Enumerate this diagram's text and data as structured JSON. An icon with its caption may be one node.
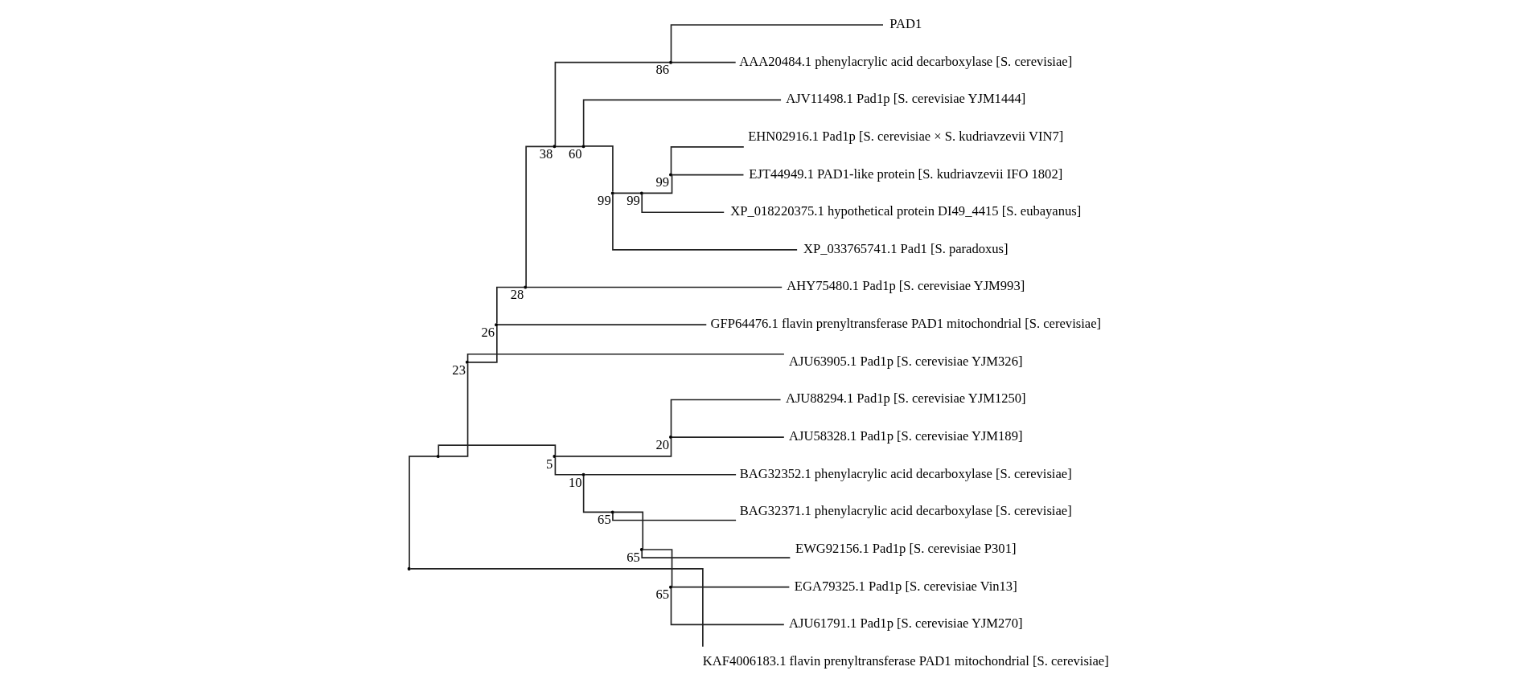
{
  "diagram": {
    "nodes": [
      {
        "text": [],
        "shape": "point"
      },
      {
        "text": [],
        "shape": "point"
      },
      {
        "text": [],
        "shape": "point",
        "beside": [
          "23"
        ]
      },
      {
        "text": [],
        "shape": "point",
        "beside": [
          "26"
        ]
      },
      {
        "text": [],
        "shape": "point",
        "beside": [
          "28"
        ]
      },
      {
        "text": [],
        "shape": "point",
        "beside": [
          "38"
        ]
      },
      {
        "text": [],
        "shape": "point",
        "beside": [
          "86"
        ]
      },
      {
        "text": [
          "PAD1"
        ]
      },
      {
        "text": [
          "AAA20484.1 phenylacrylic acid decarboxylase [S. cerevisiae]"
        ]
      },
      {
        "text": [],
        "shape": "point",
        "beside": [
          "60"
        ]
      },
      {
        "text": [
          "AJV11498.1 Pad1p [S. cerevisiae YJM1444]"
        ]
      },
      {
        "text": [],
        "shape": "point",
        "beside": [
          "99"
        ]
      },
      {
        "text": [],
        "shape": "point",
        "beside": [
          "99"
        ]
      },
      {
        "text": [],
        "shape": "point",
        "beside": [
          "99"
        ]
      },
      {
        "text": [
          "EHN02916.1 Pad1p [S. cerevisiae × S. kudriavzevii VIN7]"
        ]
      },
      {
        "text": [
          "EJT44949.1 PAD1-like protein [S. kudriavzevii IFO 1802]"
        ]
      },
      {
        "text": [
          "XP_018220375.1 hypothetical protein DI49_4415 [S. eubayanus]"
        ]
      },
      {
        "text": [
          "XP_033765741.1 Pad1 [S. paradoxus]"
        ]
      },
      {
        "text": [
          "AHY75480.1 Pad1p [S. cerevisiae YJM993]"
        ]
      },
      {
        "text": [
          "GFP64476.1 flavin prenyltransferase PAD1 mitochondrial [S. cerevisiae]"
        ]
      },
      {
        "text": [
          "AJU63905.1 Pad1p [S. cerevisiae YJM326]"
        ]
      },
      {
        "text": [],
        "shape": "point",
        "beside": [
          "5"
        ]
      },
      {
        "text": [],
        "shape": "point",
        "beside": [
          "20"
        ]
      },
      {
        "text": [
          "AJU88294.1 Pad1p [S. cerevisiae YJM1250]"
        ]
      },
      {
        "text": [
          "AJU58328.1 Pad1p [S. cerevisiae YJM189]"
        ]
      },
      {
        "text": [],
        "shape": "point",
        "beside": [
          "10"
        ]
      },
      {
        "text": [
          "BAG32352.1 phenylacrylic acid decarboxylase [S. cerevisiae]"
        ]
      },
      {
        "text": [],
        "shape": "point",
        "beside": [
          "65"
        ]
      },
      {
        "text": [
          "BAG32371.1 phenylacrylic acid decarboxylase [S. cerevisiae]"
        ]
      },
      {
        "text": [],
        "shape": "point",
        "beside": [
          "65"
        ]
      },
      {
        "text": [
          "EWG92156.1 Pad1p [S. cerevisiae P301]"
        ]
      },
      {
        "text": [],
        "shape": "point",
        "beside": [
          "65"
        ]
      },
      {
        "text": [
          "EGA79325.1 Pad1p [S. cerevisiae Vin13]"
        ]
      },
      {
        "text": [
          "AJU61791.1 Pad1p [S. cerevisiae YJM270]"
        ]
      },
      {
        "text": [
          "KAF4006183.1 flavin prenyltransferase PAD1 mitochondrial [S. cerevisiae]"
        ]
      }
    ],
    "edges": [
      {
        "from": 0,
        "to": 1,
        "arrow": "none"
      },
      {
        "from": 1,
        "to": 2,
        "arrow": "none"
      },
      {
        "from": 2,
        "to": 3,
        "arrow": "none"
      },
      {
        "from": 3,
        "to": 4,
        "arrow": "none"
      },
      {
        "from": 4,
        "to": 5,
        "arrow": "none"
      },
      {
        "from": 5,
        "to": 6,
        "arrow": "none"
      },
      {
        "from": 6,
        "to": 7,
        "arrow": "none"
      },
      {
        "from": 6,
        "to": 8,
        "arrow": "none"
      },
      {
        "from": 5,
        "to": 9,
        "arrow": "none"
      },
      {
        "from": 9,
        "to": 10,
        "arrow": "none"
      },
      {
        "from": 9,
        "to": 11,
        "arrow": "none"
      },
      {
        "from": 11,
        "to": 12,
        "arrow": "none"
      },
      {
        "from": 12,
        "to": 13,
        "arrow": "none"
      },
      {
        "from": 13,
        "to": 14,
        "arrow": "none"
      },
      {
        "from": 13,
        "to": 15,
        "arrow": "none"
      },
      {
        "from": 12,
        "to": 16,
        "arrow": "none"
      },
      {
        "from": 11,
        "to": 17,
        "arrow": "none"
      },
      {
        "from": 4,
        "to": 18,
        "arrow": "none"
      },
      {
        "from": 3,
        "to": 19,
        "arrow": "none"
      },
      {
        "from": 2,
        "to": 20,
        "arrow": "none"
      },
      {
        "from": 1,
        "to": 21,
        "arrow": "none"
      },
      {
        "from": 21,
        "to": 22,
        "arrow": "none"
      },
      {
        "from": 22,
        "to": 23,
        "arrow": "none"
      },
      {
        "from": 22,
        "to": 24,
        "arrow": "none"
      },
      {
        "from": 21,
        "to": 25,
        "arrow": "none"
      },
      {
        "from": 25,
        "to": 26,
        "arrow": "none"
      },
      {
        "from": 25,
        "to": 27,
        "arrow": "none"
      },
      {
        "from": 27,
        "to": 28,
        "arrow": "none"
      },
      {
        "from": 27,
        "to": 29,
        "arrow": "none"
      },
      {
        "from": 29,
        "to": 30,
        "arrow": "none"
      },
      {
        "from": 29,
        "to": 31,
        "arrow": "none"
      },
      {
        "from": 31,
        "to": 32,
        "arrow": "none"
      },
      {
        "from": 31,
        "to": 33,
        "arrow": "none"
      },
      {
        "from": 0,
        "to": 34,
        "arrow": "none"
      }
    ]
  }
}
